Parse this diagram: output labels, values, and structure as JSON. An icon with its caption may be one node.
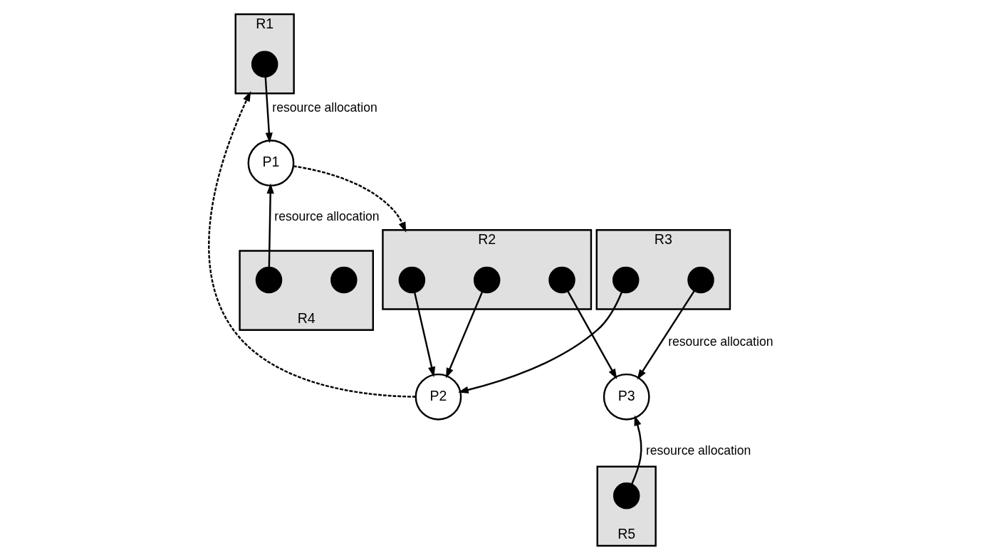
{
  "diagram": {
    "nodes": [
      {
        "text": [
          "R1"
        ]
      },
      {
        "text": [],
        "shape": "circle",
        "in": 0
      },
      {
        "text": [
          "R2"
        ]
      },
      {
        "text": [],
        "shape": "circle",
        "in": 2
      },
      {
        "text": [],
        "shape": "circle",
        "in": 2
      },
      {
        "text": [],
        "shape": "circle",
        "in": 2
      },
      {
        "text": [
          "R3"
        ]
      },
      {
        "text": [],
        "shape": "circle",
        "in": 6
      },
      {
        "text": [],
        "shape": "circle",
        "in": 6
      },
      {
        "text": [
          "P1"
        ]
      },
      {
        "text": [
          "P2"
        ]
      },
      {
        "text": [
          "P3"
        ]
      },
      {
        "text": [
          "R4"
        ]
      },
      {
        "text": [],
        "shape": "circle",
        "in": 12
      },
      {
        "text": [],
        "shape": "circle",
        "in": 12
      },
      {
        "text": [
          "R5"
        ]
      },
      {
        "text": [],
        "shape": "circle",
        "in": 15
      }
    ],
    "edges": [
      {
        "from": 1,
        "to": 9,
        "arrow": "to",
        "label": "resource allocation"
      },
      {
        "from": 9,
        "to": 2,
        "arrow": "to",
        "style": "dashed"
      },
      {
        "from": 10,
        "to": 0,
        "arrow": "to",
        "style": "dashed"
      },
      {
        "from": 3,
        "to": 10,
        "arrow": "to"
      },
      {
        "from": 4,
        "to": 10,
        "arrow": "to"
      },
      {
        "from": 5,
        "to": 11,
        "arrow": "to"
      },
      {
        "from": 7,
        "to": 10,
        "arrow": "to"
      },
      {
        "from": 8,
        "to": 11,
        "arrow": "to",
        "label": "resource allocation"
      },
      {
        "from": 13,
        "to": 9,
        "arrow": "to",
        "label": "resource allocation"
      },
      {
        "from": 16,
        "to": 11,
        "arrow": "to",
        "label": "resource allocation"
      }
    ]
  }
}
